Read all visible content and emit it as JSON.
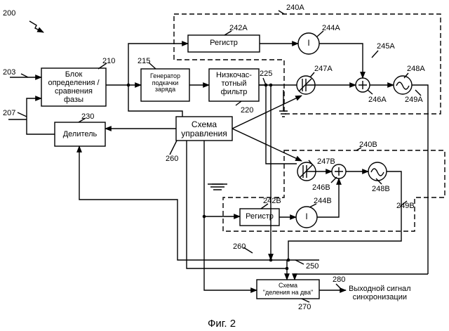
{
  "figure": {
    "caption": "Фиг. 2",
    "blocks": {
      "phase_block": [
        "Блок",
        "определения /",
        "сравнения",
        "фазы"
      ],
      "divider": "Делитель",
      "charge_pump": [
        "Генератор",
        "подкачки",
        "заряда"
      ],
      "lowpass": [
        "Низкочас-",
        "тотный",
        "фильтр"
      ],
      "control": [
        "Схема",
        "управления"
      ],
      "register_a": "Регистр",
      "register_b": "Регистр",
      "integrator_a": "I",
      "integrator_b": "I",
      "div2": [
        "Схема",
        "\"деления на два\""
      ]
    },
    "output_label": [
      "Выходной сигнал",
      "синхронизации"
    ],
    "refs": {
      "r200": "200",
      "r203": "203",
      "r207": "207",
      "r210": "210",
      "r215": "215",
      "r220": "220",
      "r225": "225",
      "r230": "230",
      "r240a": "240A",
      "r240b": "240B",
      "r242a": "242A",
      "r242b": "242B",
      "r244a": "244A",
      "r244b": "244B",
      "r245a": "245A",
      "r246a": "246A",
      "r246b": "246B",
      "r247a": "247A",
      "r247b": "247B",
      "r248a": "248A",
      "r248b": "248B",
      "r249a": "249A",
      "r249b": "249B",
      "r250": "250",
      "r260a": "260",
      "r260b": "260",
      "r270": "270",
      "r280": "280"
    }
  }
}
